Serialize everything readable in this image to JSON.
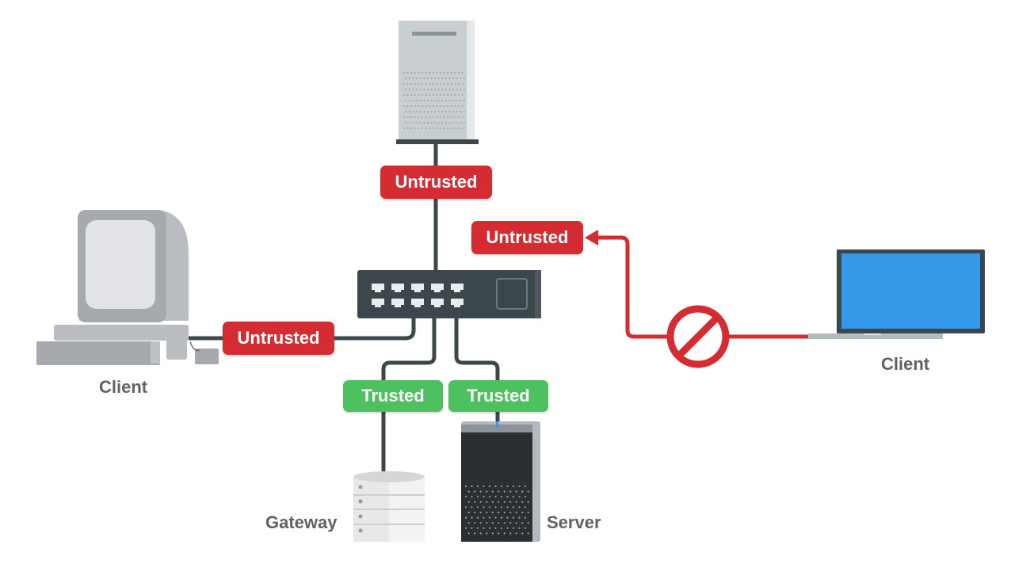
{
  "diagram": {
    "colors": {
      "untrusted": "#d52b32",
      "trusted": "#4dc160",
      "cable": "#3c474c",
      "blocked": "#d52b32",
      "laptop_screen": "#3399e8"
    },
    "nodes": {
      "top_device": {
        "name": "Internet server",
        "label": ""
      },
      "switch": {
        "name": "Network switch",
        "label": ""
      },
      "left_client": {
        "name": "Desktop client",
        "label": "Client"
      },
      "right_client": {
        "name": "Laptop client",
        "label": "Client"
      },
      "gateway": {
        "name": "Gateway",
        "label": "Gateway"
      },
      "server": {
        "name": "Server",
        "label": "Server"
      }
    },
    "badges": {
      "top": "Untrusted",
      "left": "Untrusted",
      "right": "Untrusted",
      "gateway": "Trusted",
      "server": "Trusted"
    },
    "icons": {
      "blocked": "prohibited-icon"
    }
  }
}
